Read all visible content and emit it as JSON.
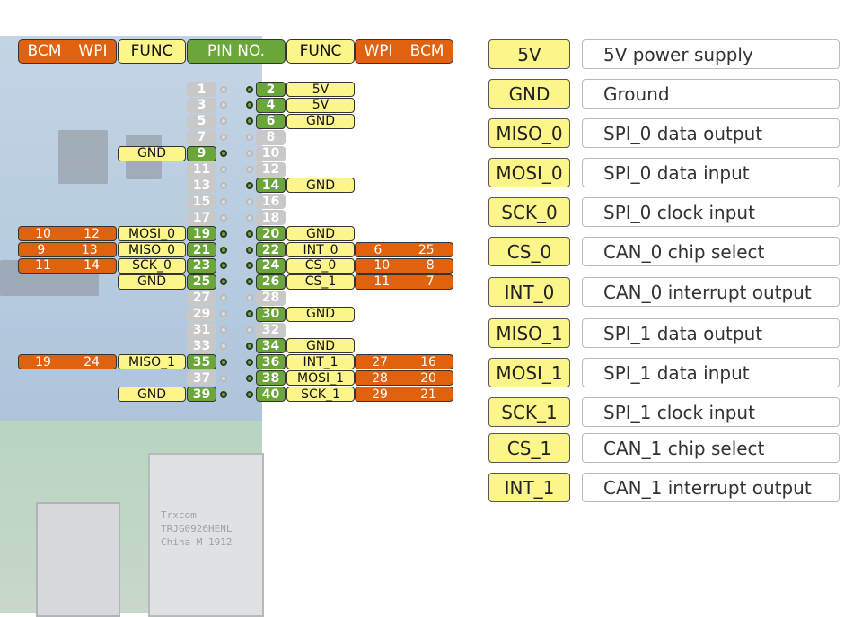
{
  "header": {
    "left_bcm_wpi": [
      "BCM",
      "WPI"
    ],
    "left_func": "FUNC",
    "pin_no": "PIN NO.",
    "right_func": "FUNC",
    "right_wpi_bcm": [
      "WPI",
      "BCM"
    ]
  },
  "board_text": [
    "Trxcom",
    "TRJG0926HENL",
    "China M 1912"
  ],
  "colors": {
    "bcm_wpi": "#e0620f",
    "func": "#fbf58a",
    "pin_active": "#6aa63a",
    "pin_inactive": "#c8c8c8"
  },
  "pins": [
    {
      "left": {
        "pin": "1"
      },
      "right": {
        "pin": "2",
        "func": "5V"
      }
    },
    {
      "left": {
        "pin": "3"
      },
      "right": {
        "pin": "4",
        "func": "5V"
      }
    },
    {
      "left": {
        "pin": "5"
      },
      "right": {
        "pin": "6",
        "func": "GND"
      }
    },
    {
      "left": {
        "pin": "7"
      },
      "right": {
        "pin": "8"
      }
    },
    {
      "left": {
        "pin": "9",
        "func": "GND"
      },
      "right": {
        "pin": "10"
      }
    },
    {
      "left": {
        "pin": "11"
      },
      "right": {
        "pin": "12"
      }
    },
    {
      "left": {
        "pin": "13"
      },
      "right": {
        "pin": "14",
        "func": "GND"
      }
    },
    {
      "left": {
        "pin": "15"
      },
      "right": {
        "pin": "16"
      }
    },
    {
      "left": {
        "pin": "17"
      },
      "right": {
        "pin": "18"
      }
    },
    {
      "left": {
        "pin": "19",
        "func": "MOSI_0",
        "bcm": "10",
        "wpi": "12"
      },
      "right": {
        "pin": "20",
        "func": "GND"
      }
    },
    {
      "left": {
        "pin": "21",
        "func": "MISO_0",
        "bcm": "9",
        "wpi": "13"
      },
      "right": {
        "pin": "22",
        "func": "INT_0",
        "wpi": "6",
        "bcm": "25"
      }
    },
    {
      "left": {
        "pin": "23",
        "func": "SCK_0",
        "bcm": "11",
        "wpi": "14"
      },
      "right": {
        "pin": "24",
        "func": "CS_0",
        "wpi": "10",
        "bcm": "8"
      }
    },
    {
      "left": {
        "pin": "25",
        "func": "GND"
      },
      "right": {
        "pin": "26",
        "func": "CS_1",
        "wpi": "11",
        "bcm": "7"
      }
    },
    {
      "left": {
        "pin": "27"
      },
      "right": {
        "pin": "28"
      }
    },
    {
      "left": {
        "pin": "29"
      },
      "right": {
        "pin": "30",
        "func": "GND"
      }
    },
    {
      "left": {
        "pin": "31"
      },
      "right": {
        "pin": "32"
      }
    },
    {
      "left": {
        "pin": "33"
      },
      "right": {
        "pin": "34",
        "func": "GND"
      }
    },
    {
      "left": {
        "pin": "35",
        "func": "MISO_1",
        "bcm": "19",
        "wpi": "24"
      },
      "right": {
        "pin": "36",
        "func": "INT_1",
        "wpi": "27",
        "bcm": "16"
      }
    },
    {
      "left": {
        "pin": "37"
      },
      "right": {
        "pin": "38",
        "func": "MOSI_1",
        "wpi": "28",
        "bcm": "20"
      }
    },
    {
      "left": {
        "pin": "39",
        "func": "GND"
      },
      "right": {
        "pin": "40",
        "func": "SCK_1",
        "wpi": "29",
        "bcm": "21"
      }
    }
  ],
  "legend": [
    {
      "name": "5V",
      "desc": "5V power supply"
    },
    {
      "name": "GND",
      "desc": "Ground"
    },
    {
      "name": "MISO_0",
      "desc": "SPI_0 data output"
    },
    {
      "name": "MOSI_0",
      "desc": "SPI_0 data input"
    },
    {
      "name": "SCK_0",
      "desc": "SPI_0 clock input"
    },
    {
      "name": "CS_0",
      "desc": "CAN_0 chip select"
    },
    {
      "name": "INT_0",
      "desc": "CAN_0 interrupt output"
    },
    {
      "name": "MISO_1",
      "desc": "SPI_1 data output"
    },
    {
      "name": "MOSI_1",
      "desc": "SPI_1 data input"
    },
    {
      "name": "SCK_1",
      "desc": "SPI_1 clock input"
    },
    {
      "name": "CS_1",
      "desc": "CAN_1 chip select"
    },
    {
      "name": "INT_1",
      "desc": "CAN_1 interrupt output"
    }
  ]
}
